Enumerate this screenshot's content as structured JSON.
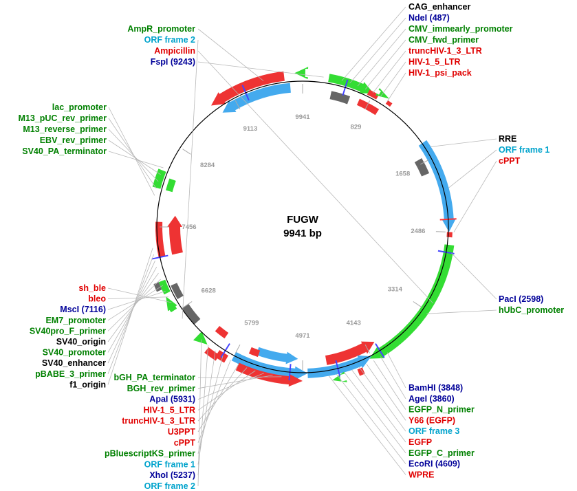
{
  "title": "FUGW",
  "length_label": "9941 bp",
  "colors": {
    "black": "#000000",
    "green": "#008000",
    "red": "#e00000",
    "blue": "#000099",
    "cyan": "#00a3cc",
    "feature_green": "#33dd33",
    "feature_red": "#ee3333",
    "feature_blue": "#44aaee",
    "feature_grey": "#666666",
    "site_blue": "#4444ff"
  },
  "ticks": [
    "9941",
    "829",
    "1658",
    "2486",
    "3314",
    "4143",
    "4971",
    "5799",
    "6628",
    "7456",
    "8284",
    "9113"
  ],
  "labels": {
    "top_left": [
      {
        "text": "AmpR_promoter",
        "color": "green"
      },
      {
        "text": "ORF frame 2",
        "color": "cyan"
      },
      {
        "text": "Ampicillin",
        "color": "red"
      },
      {
        "text": "FspI (9243)",
        "color": "blue"
      }
    ],
    "top_right": [
      {
        "text": "CAG_enhancer",
        "color": "black"
      },
      {
        "text": "NdeI (487)",
        "color": "blue"
      },
      {
        "text": "CMV_immearly_promoter",
        "color": "green"
      },
      {
        "text": "CMV_fwd_primer",
        "color": "green"
      },
      {
        "text": "truncHIV-1_3_LTR",
        "color": "red"
      },
      {
        "text": "HIV-1_5_LTR",
        "color": "red"
      },
      {
        "text": "HIV-1_psi_pack",
        "color": "red"
      }
    ],
    "left_upper": [
      {
        "text": "lac_promoter",
        "color": "green"
      },
      {
        "text": "M13_pUC_rev_primer",
        "color": "green"
      },
      {
        "text": "M13_reverse_primer",
        "color": "green"
      },
      {
        "text": "EBV_rev_primer",
        "color": "green"
      },
      {
        "text": "SV40_PA_terminator",
        "color": "green"
      }
    ],
    "right_upper": [
      {
        "text": "RRE",
        "color": "black"
      },
      {
        "text": "ORF frame 1",
        "color": "cyan"
      },
      {
        "text": "cPPT",
        "color": "red"
      }
    ],
    "left_lower": [
      {
        "text": "sh_ble",
        "color": "red"
      },
      {
        "text": "bleo",
        "color": "red"
      },
      {
        "text": "MscI (7116)",
        "color": "blue"
      },
      {
        "text": "EM7_promoter",
        "color": "green"
      },
      {
        "text": "SV40pro_F_primer",
        "color": "green"
      },
      {
        "text": "SV40_origin",
        "color": "black"
      },
      {
        "text": "SV40_promoter",
        "color": "green"
      },
      {
        "text": "SV40_enhancer",
        "color": "black"
      },
      {
        "text": "pBABE_3_primer",
        "color": "green"
      },
      {
        "text": "f1_origin",
        "color": "black"
      }
    ],
    "right_mid": [
      {
        "text": "PacI (2598)",
        "color": "blue"
      },
      {
        "text": "hUbC_promoter",
        "color": "green"
      }
    ],
    "bottom_left": [
      {
        "text": "bGH_PA_terminator",
        "color": "green"
      },
      {
        "text": "BGH_rev_primer",
        "color": "green"
      },
      {
        "text": "ApaI (5931)",
        "color": "blue"
      },
      {
        "text": "HIV-1_5_LTR",
        "color": "red"
      },
      {
        "text": "truncHIV-1_3_LTR",
        "color": "red"
      },
      {
        "text": "U3PPT",
        "color": "red"
      },
      {
        "text": "cPPT",
        "color": "red"
      },
      {
        "text": "pBluescriptKS_primer",
        "color": "green"
      },
      {
        "text": "ORF frame 1",
        "color": "cyan"
      },
      {
        "text": "XhoI (5237)",
        "color": "blue"
      },
      {
        "text": "ORF frame 2",
        "color": "cyan"
      }
    ],
    "bottom_right": [
      {
        "text": "BamHI (3848)",
        "color": "blue"
      },
      {
        "text": "AgeI (3860)",
        "color": "blue"
      },
      {
        "text": "EGFP_N_primer",
        "color": "green"
      },
      {
        "text": "Y66 (EGFP)",
        "color": "red"
      },
      {
        "text": "ORF frame 3",
        "color": "cyan"
      },
      {
        "text": "EGFP",
        "color": "red"
      },
      {
        "text": "EGFP_C_primer",
        "color": "green"
      },
      {
        "text": "EcoRI (4609)",
        "color": "blue"
      },
      {
        "text": "WPRE",
        "color": "red"
      }
    ]
  }
}
